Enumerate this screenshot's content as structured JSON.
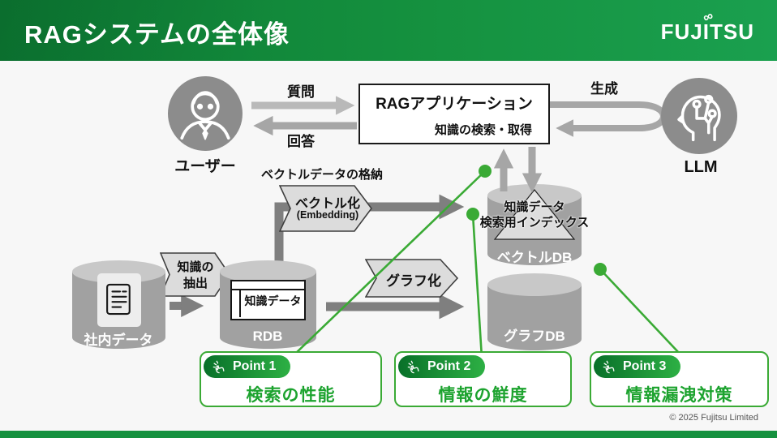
{
  "header": {
    "title": "RAGシステムの全体像",
    "logo_text": "FUJITSU",
    "infinity_mark": "∞"
  },
  "actors": {
    "user_label": "ユーザー",
    "llm_label": "LLM"
  },
  "app": {
    "title": "RAGアプリケーション",
    "subtitle": "知識の検索・取得"
  },
  "labels": {
    "question": "質問",
    "answer": "回答",
    "generate": "生成",
    "vector_store": "ベクトルデータの格納",
    "vectorize": "ベクトル化",
    "embedding": "(Embedding)",
    "extract_line1": "知識の",
    "extract_line2": "抽出",
    "graphize": "グラフ化"
  },
  "databases": {
    "internal_label": "社内データ",
    "rdb_label": "RDB",
    "knowledge_table_label": "知識データ",
    "vector_db_label": "ベクトルDB",
    "vector_index_line1": "知識データ",
    "vector_index_line2": "検索用インデックス",
    "graph_db_label": "グラフDB"
  },
  "points": [
    {
      "badge": "Point 1",
      "label": "検索の性能"
    },
    {
      "badge": "Point 2",
      "label": "情報の鮮度"
    },
    {
      "badge": "Point 3",
      "label": "情報漏洩対策"
    }
  ],
  "footer": {
    "copyright": "© 2025 Fujitsu Limited"
  },
  "icons": {
    "user": "user-icon",
    "llm": "llm-brain-icon",
    "document": "document-icon",
    "knowledge_table": "table-icon",
    "vector_index": "triangle-index-icon",
    "point_badge": "click-hand-icon",
    "logo_mark": "infinity-icon"
  },
  "colors": {
    "brand_green": "#15913f",
    "brand_green_dark": "#0c7a33",
    "brand_green_light": "#1aa04f",
    "accent_green": "#3aaa35",
    "point_text_green": "#1da32f",
    "pill_green_dark": "#087029",
    "pill_green_light": "#2db044",
    "arrow_dark": "#7f7f7f",
    "arrow_mid": "#a6a6a6",
    "arrow_light": "#b9b9b9",
    "cylinder_body": "#a1a1a1",
    "cylinder_top": "#c8c8c8",
    "chevron_fill": "#dcdcdc",
    "chevron_border": "#3f3f3f",
    "bg": "#f7f7f7"
  }
}
